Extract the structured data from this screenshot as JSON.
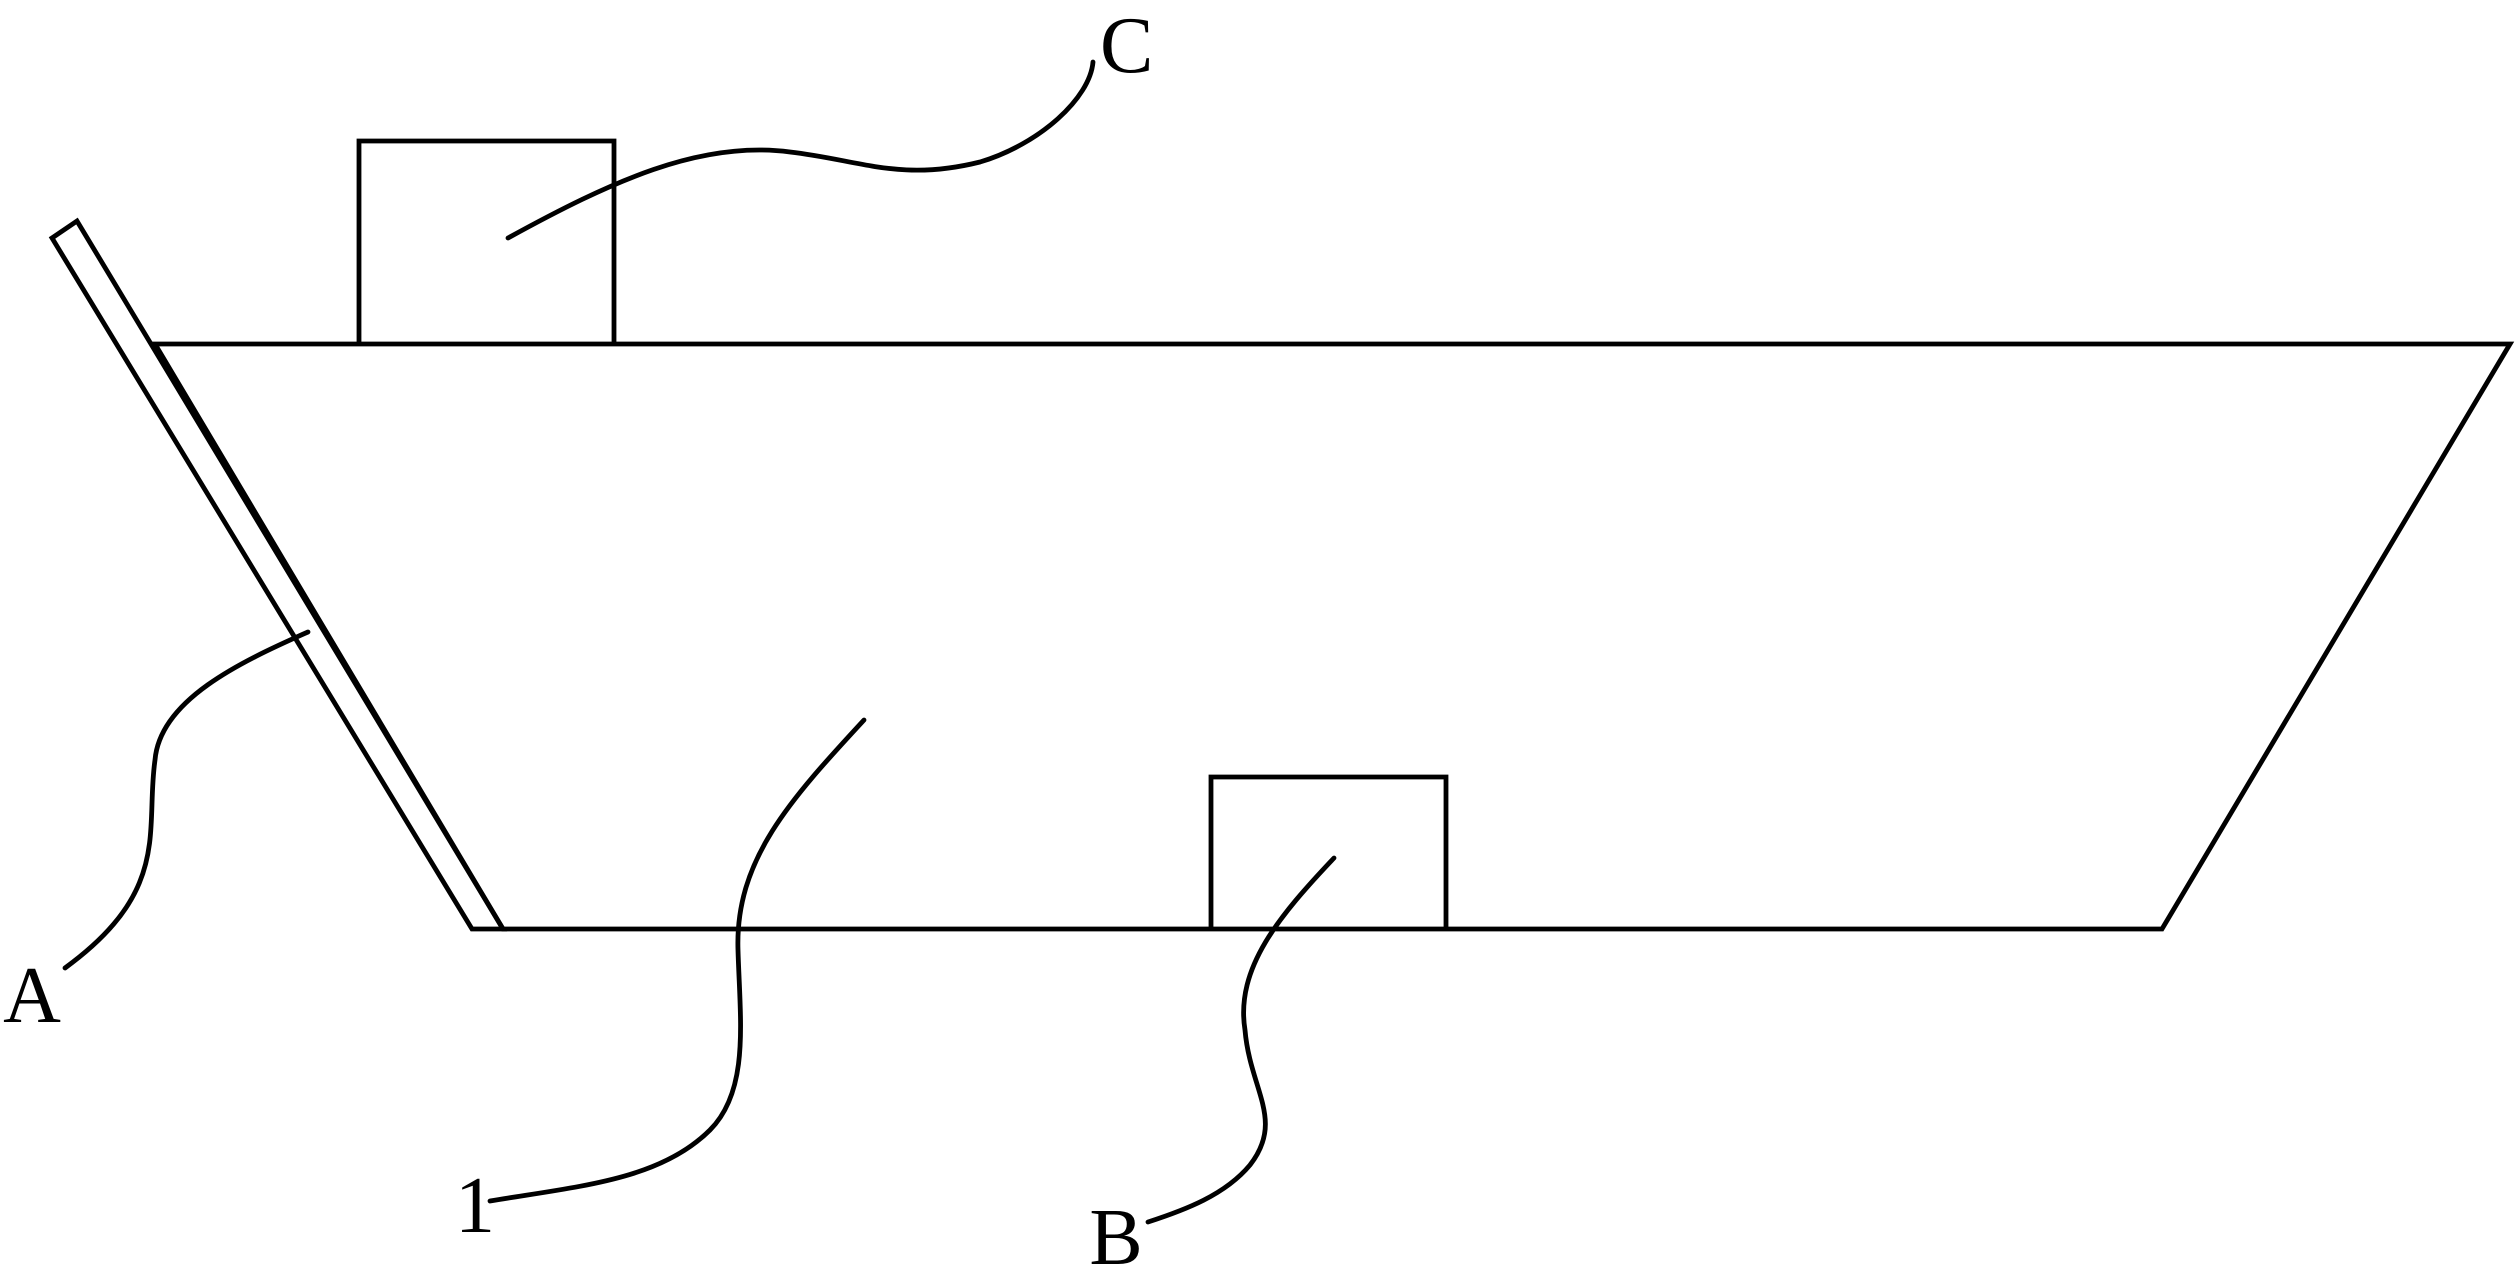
{
  "labels": {
    "a": "A",
    "b": "B",
    "c": "C",
    "one": "1"
  },
  "colors": {
    "line": "#000000",
    "background": "#ffffff"
  }
}
